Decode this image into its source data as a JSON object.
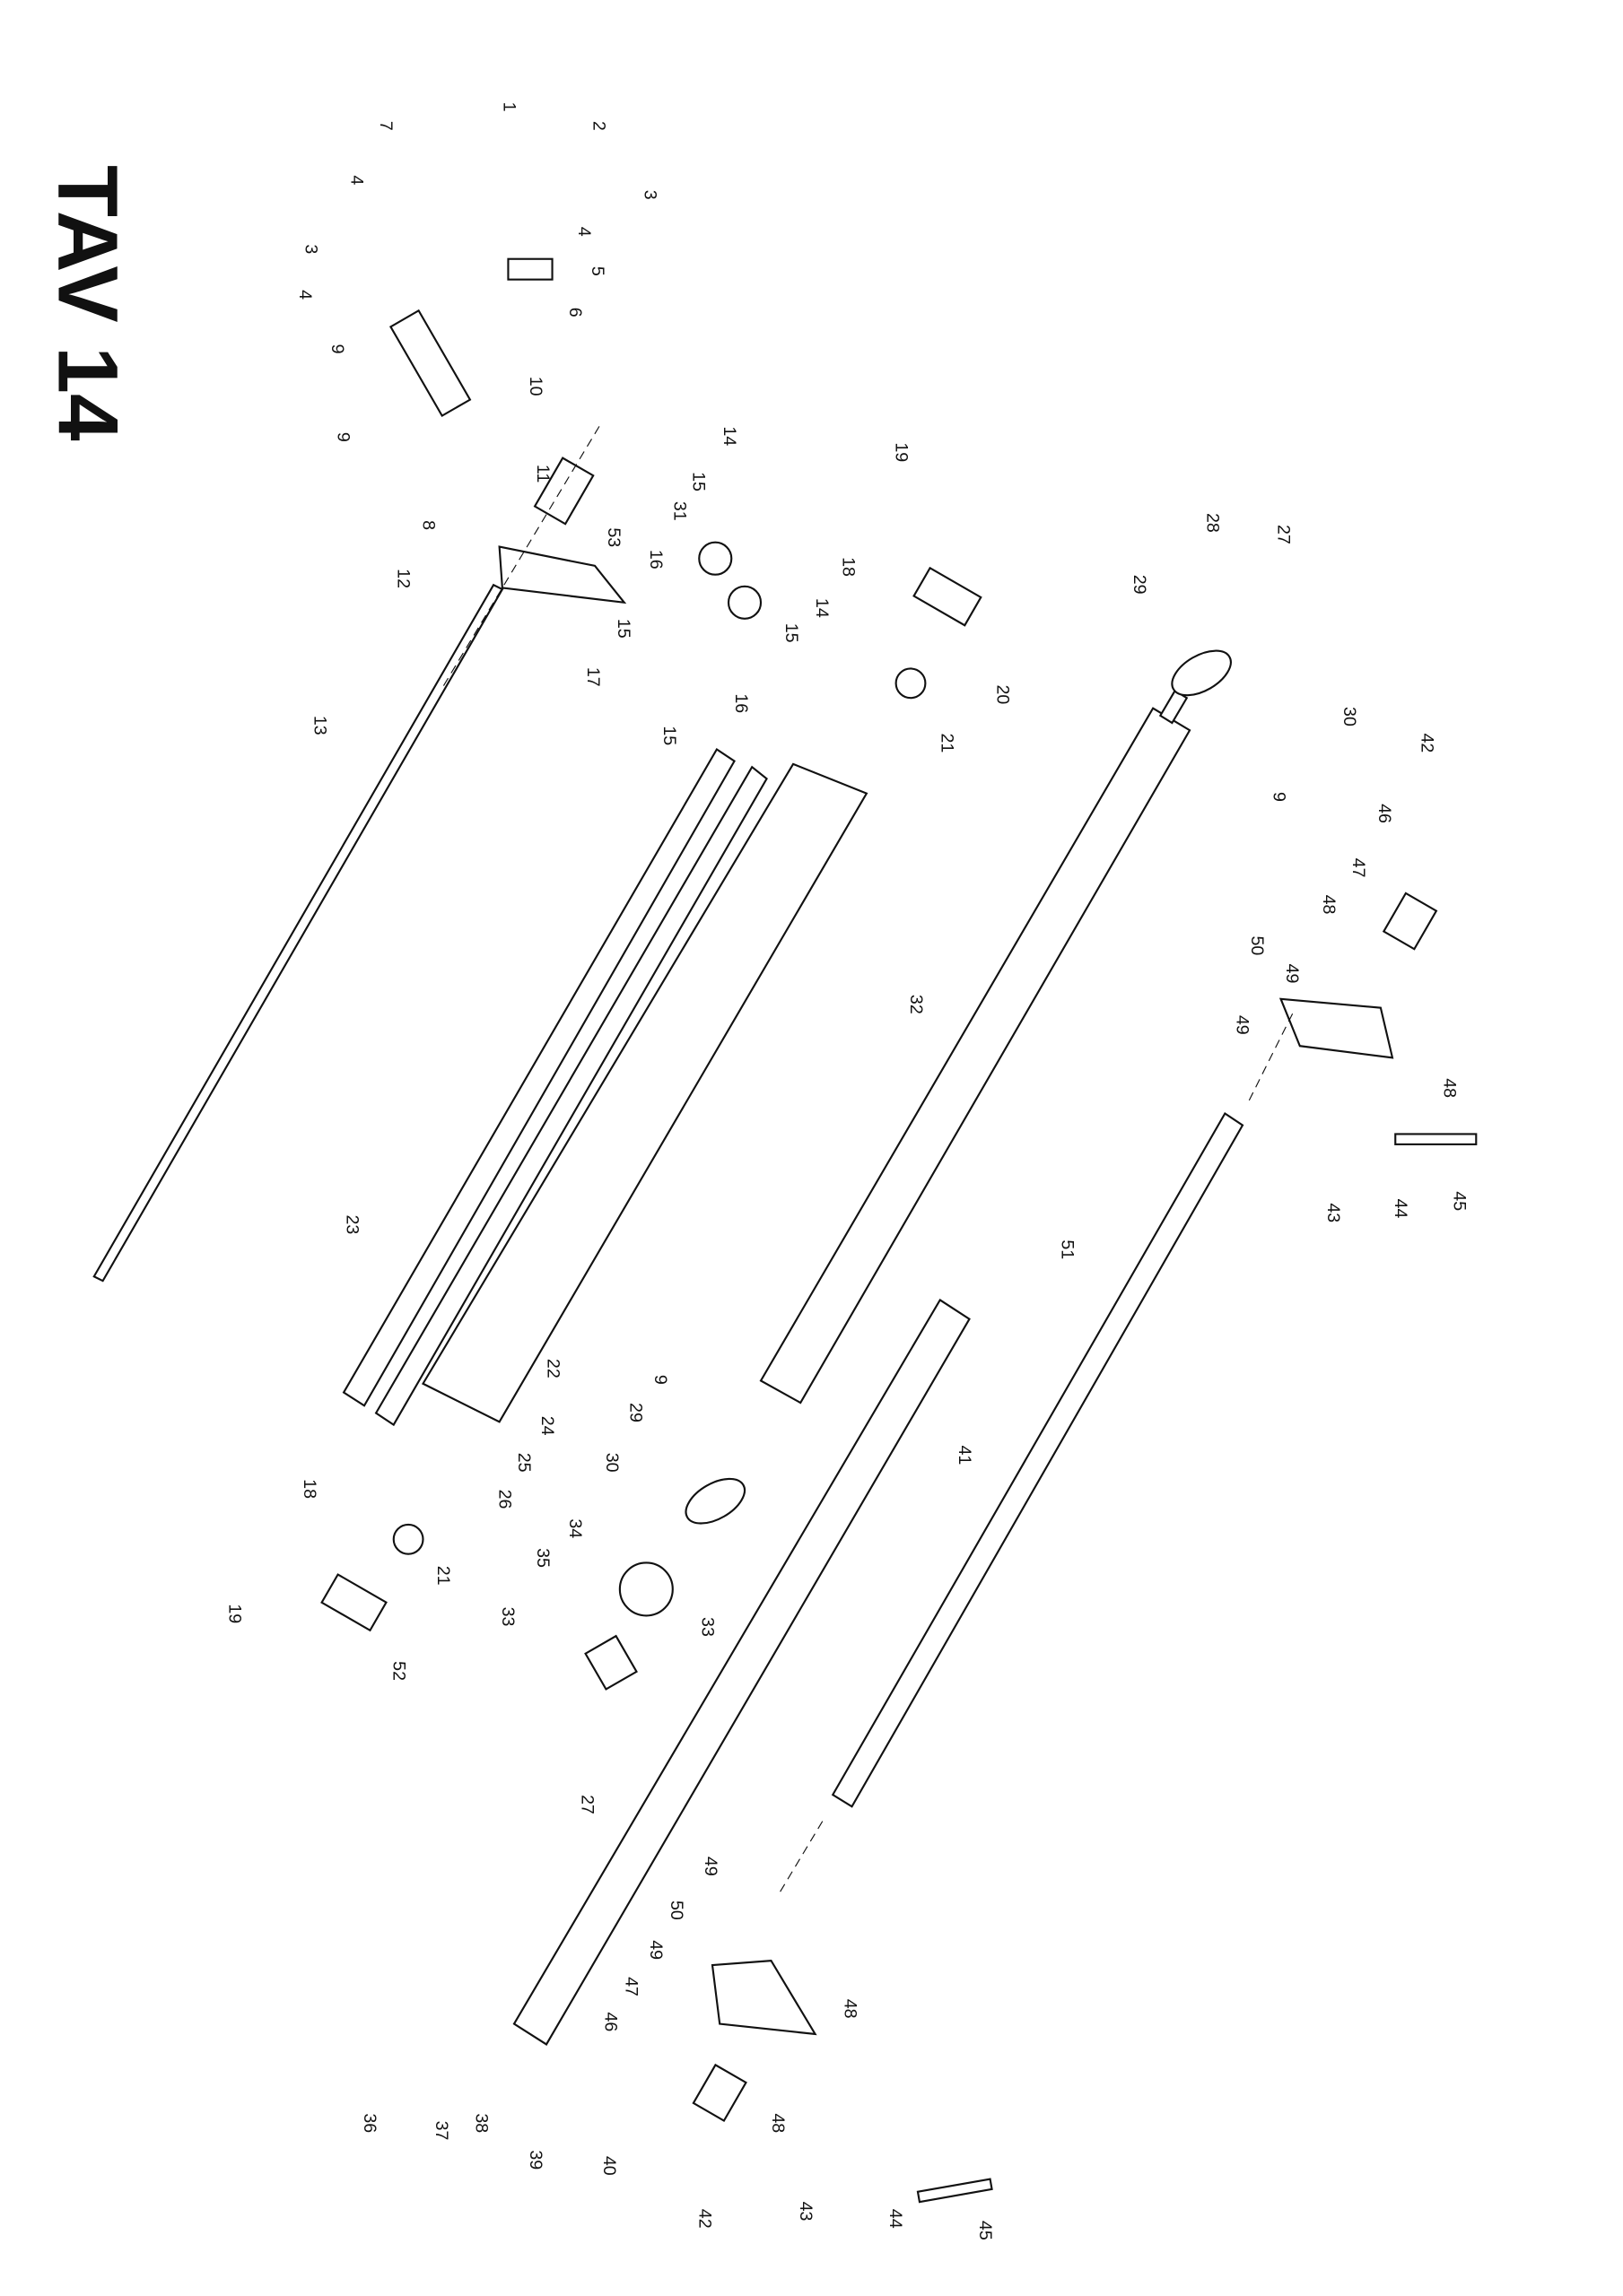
{
  "title": "TAV 14",
  "callouts": [
    "1",
    "2",
    "7",
    "4",
    "3",
    "4",
    "3",
    "5",
    "4",
    "6",
    "9",
    "10",
    "9",
    "11",
    "8",
    "53",
    "12",
    "14",
    "15",
    "31",
    "16",
    "18",
    "14",
    "15",
    "15",
    "17",
    "16",
    "15",
    "19",
    "20",
    "21",
    "28",
    "27",
    "29",
    "30",
    "9",
    "42",
    "46",
    "47",
    "48",
    "49",
    "50",
    "49",
    "48",
    "43",
    "44",
    "45",
    "13",
    "32",
    "51",
    "23",
    "22",
    "24",
    "25",
    "26",
    "9",
    "29",
    "30",
    "34",
    "33",
    "35",
    "33",
    "27",
    "18",
    "21",
    "19",
    "52",
    "41",
    "49",
    "50",
    "49",
    "48",
    "47",
    "46",
    "48",
    "36",
    "37",
    "38",
    "39",
    "40",
    "42",
    "43",
    "44",
    "45"
  ]
}
